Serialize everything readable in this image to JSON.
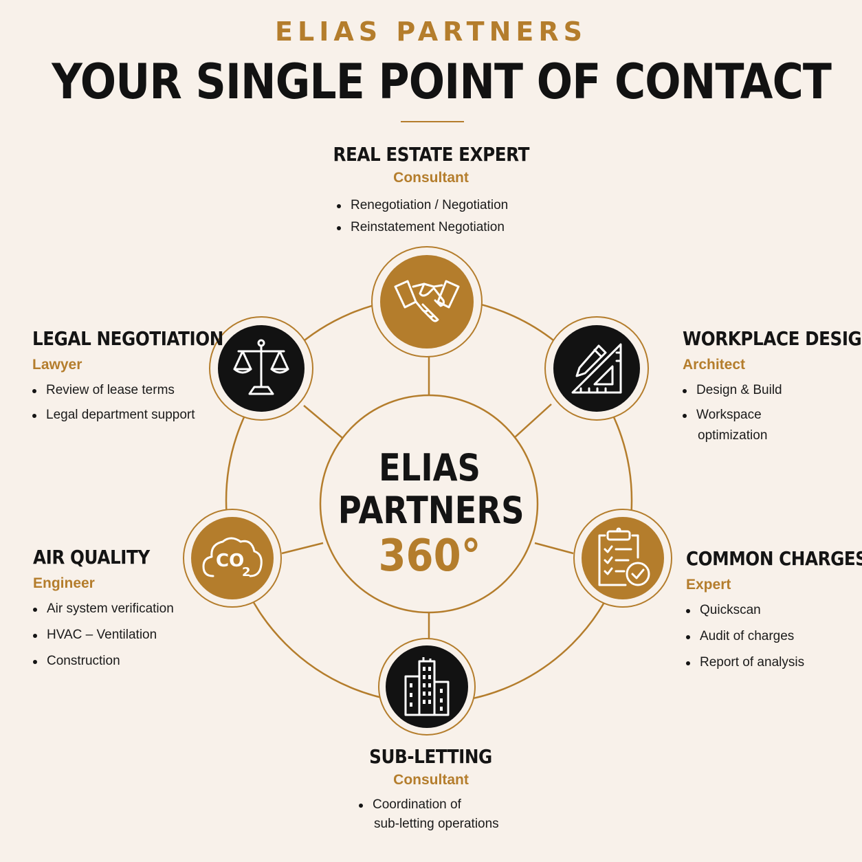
{
  "header": {
    "brand": "ELIAS PARTNERS",
    "headline": "YOUR SINGLE POINT OF CONTACT"
  },
  "center": {
    "name_line1": "ELIAS",
    "name_line2": "PARTNERS",
    "degree": "360°"
  },
  "colors": {
    "gold": "#b47d2c",
    "black": "#141414",
    "background": "#f8f1ea"
  },
  "roles": {
    "real_estate": {
      "icon": "handshake-icon",
      "title": "REAL ESTATE EXPERT",
      "subtitle": "Consultant",
      "points": [
        "Renegotiation / Negotiation",
        "Reinstatement Negotiation"
      ]
    },
    "legal": {
      "icon": "scales-icon",
      "title": "LEGAL NEGOTIATION",
      "subtitle": "Lawyer",
      "points": [
        "Review of lease terms",
        "Legal department support"
      ]
    },
    "workplace": {
      "icon": "set-square-pencil-icon",
      "title": "WORKPLACE DESIGN",
      "subtitle": "Architect",
      "points": [
        "Design & Build",
        "Workspace",
        "optimization"
      ]
    },
    "air_quality": {
      "icon": "co2-cloud-icon",
      "title": "AIR QUALITY",
      "subtitle": "Engineer",
      "points": [
        "Air system verification",
        "HVAC – Ventilation",
        "Construction"
      ]
    },
    "common_charges": {
      "icon": "clipboard-check-icon",
      "title": "COMMON CHARGES",
      "subtitle": "Expert",
      "points": [
        "Quickscan",
        "Audit of charges",
        "Report of analysis"
      ]
    },
    "subletting": {
      "icon": "buildings-icon",
      "title": "SUB-LETTING",
      "subtitle": "Consultant",
      "points": [
        "Coordination of",
        "sub-letting operations"
      ]
    }
  }
}
